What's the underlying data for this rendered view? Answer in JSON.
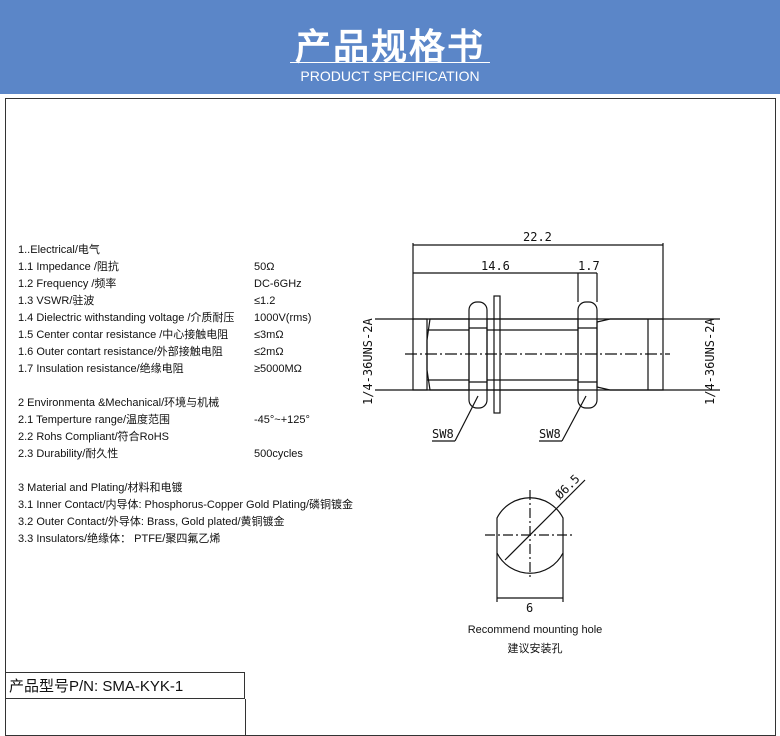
{
  "header": {
    "title": "产品规格书",
    "subtitle": "PRODUCT SPECIFICATION"
  },
  "sections": [
    {
      "heading": "1..Electrical/电气",
      "items": [
        {
          "label": "1.1 Impedance  /阻抗",
          "value": "50Ω"
        },
        {
          "label": "1.2 Frequency /频率",
          "value": "DC-6GHz"
        },
        {
          "label": "1.3 VSWR/驻波",
          "value": "≤1.2"
        },
        {
          "label": "1.4 Dielectric withstanding voltage /介质耐压",
          "value": "1000V(rms)"
        },
        {
          "label": "1.5 Center contar resistance /中心接触电阻",
          "value": "≤3mΩ"
        },
        {
          "label": "1.6 Outer contart resistance/外部接触电阻",
          "value": "≤2mΩ"
        },
        {
          "label": "1.7 Insulation  resistance/绝缘电阻",
          "value": "≥5000MΩ"
        }
      ]
    },
    {
      "heading": "2 Environmenta &Mechanical/环境与机械",
      "items": [
        {
          "label": "2.1 Temperture range/温度范围",
          "value": "-45°~+125°"
        },
        {
          "label": "2.2 Rohs Compliant/符合RoHS",
          "value": ""
        },
        {
          "label": "2.3 Durability/耐久性",
          "value": "500cycles"
        }
      ]
    },
    {
      "heading": "3 Material and Plating/材料和电镀",
      "items": [
        {
          "label": "3.1 Inner Contact/内导体:  Phosphorus-Copper Gold Plating/磷铜镀金",
          "value": ""
        },
        {
          "label": "3.2 Outer Contact/外导体: Brass, Gold plated/黄铜镀金",
          "value": ""
        },
        {
          "label": "3.3 Insulators/绝缘体： PTFE/聚四氟乙烯",
          "value": ""
        }
      ]
    }
  ],
  "drawing": {
    "dim_total": "22.2",
    "dim_a": "14.6",
    "dim_b": "1.7",
    "thread_left": "1/4-36UNS-2A",
    "thread_right": "1/4-36UNS-2A",
    "nut_left": "SW8",
    "nut_right": "SW8",
    "hole_dia": "Ø6.5",
    "hole_flat": "6",
    "hole_caption_en": "Recommend mounting hole",
    "hole_caption_cn": "建议安装孔"
  },
  "part_number": "产品型号P/N:  SMA-KYK-1"
}
